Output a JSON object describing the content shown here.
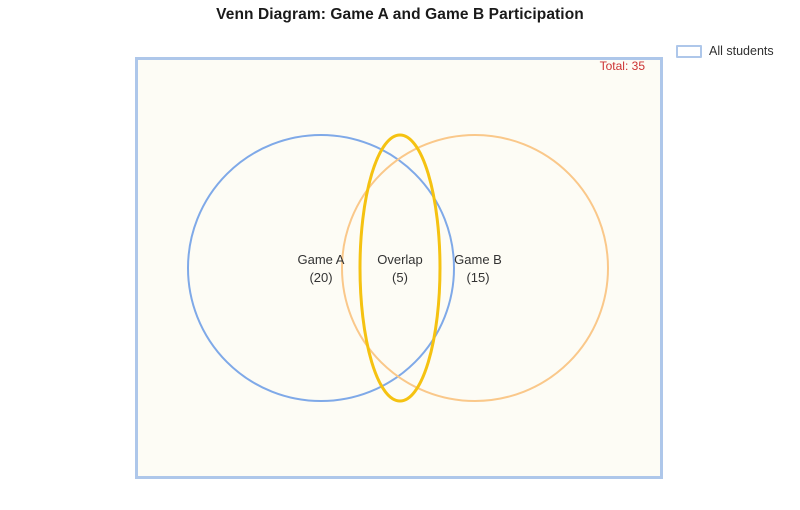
{
  "title": "Venn Diagram: Game A and Game B Participation",
  "annotation": {
    "total_text": "Total: 35",
    "color": "#cc3333"
  },
  "legend": {
    "items": [
      {
        "label": "All students",
        "swatch_icon": "rectangle-outline-icon",
        "color": "#aec7ea"
      }
    ]
  },
  "universe": {
    "name": "All students",
    "border_color": "#aec7ea",
    "fill_color": "#fdfcf5"
  },
  "regions": [
    {
      "name": "Game A",
      "count_text": "(20)",
      "value": 20,
      "color": "#7fa9e8"
    },
    {
      "name": "Overlap",
      "count_text": "(5)",
      "value": 5,
      "color": "#f5c211"
    },
    {
      "name": "Game B",
      "count_text": "(15)",
      "value": 15,
      "color": "#fac88a"
    }
  ],
  "chart_data": {
    "type": "venn",
    "title": "Venn Diagram: Game A and Game B Participation",
    "sets": [
      {
        "name": "Game A",
        "only": 20,
        "color": "#7fa9e8"
      },
      {
        "name": "Game B",
        "only": 15,
        "color": "#fac88a"
      }
    ],
    "intersection": {
      "name": "Overlap",
      "value": 5,
      "color": "#f5c211"
    },
    "total": 35,
    "total_label": "Total: 35",
    "universe_label": "All students",
    "legend_position": "top-right",
    "grid": false
  }
}
